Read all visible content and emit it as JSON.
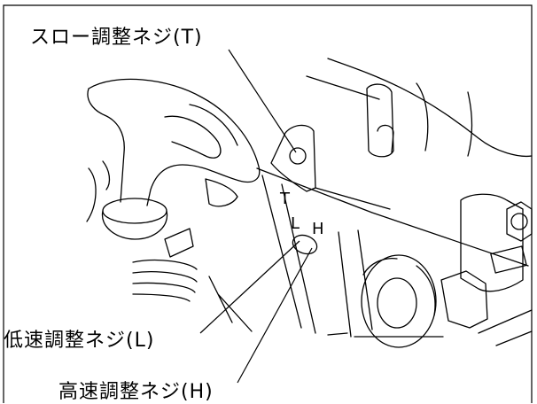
{
  "callouts": {
    "slow_screw": "スロー調整ネジ(T)",
    "low_speed_screw": "低速調整ネジ(L)",
    "high_speed_screw": "高速調整ネジ(H)"
  },
  "screw_markings": {
    "t": "T",
    "l": "L",
    "h": "H"
  },
  "colors": {
    "line": "#000000",
    "background": "#ffffff"
  }
}
